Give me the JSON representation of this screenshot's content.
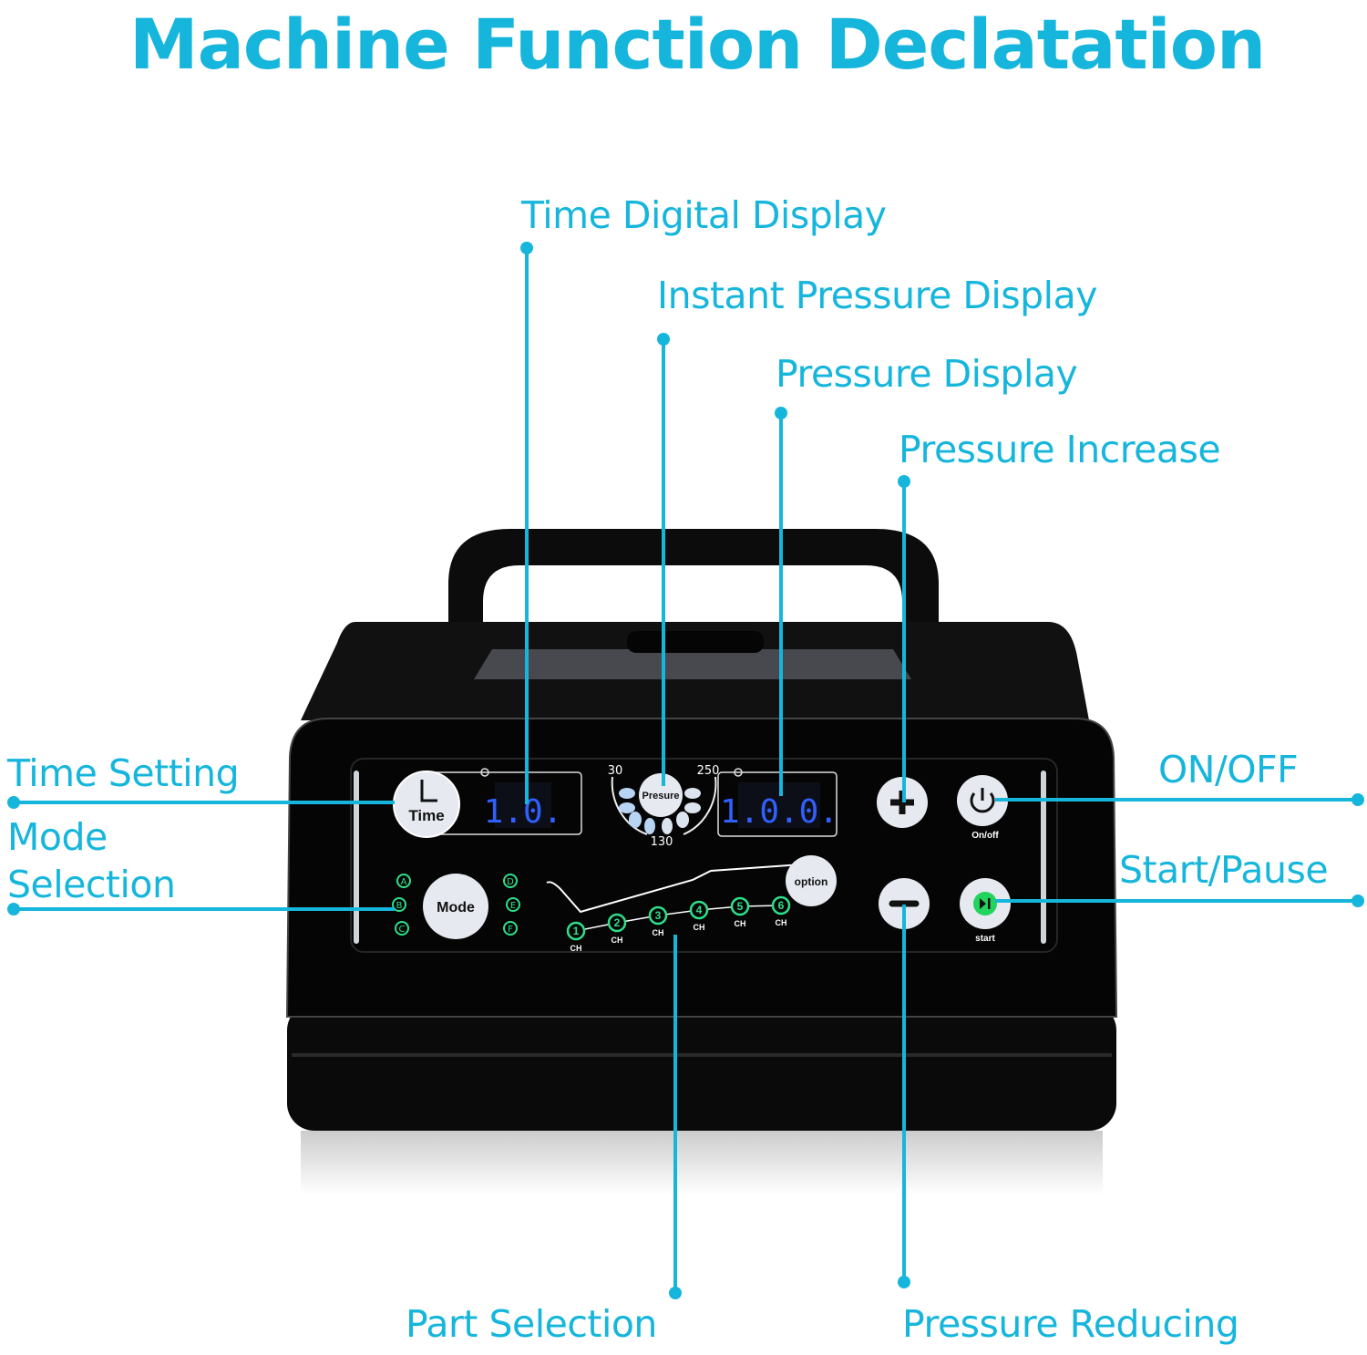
{
  "title": "Machine Function Declatation",
  "accent_color": "#16b6dc",
  "callouts": {
    "time_digital_display": "Time Digital Display",
    "instant_pressure_display": "Instant Pressure Display",
    "pressure_display": "Pressure Display",
    "pressure_increase": "Pressure Increase",
    "time_setting": "Time Setting",
    "mode_selection_line1": "Mode",
    "mode_selection_line2": "Selection",
    "on_off": "ON/OFF",
    "start_pause": "Start/Pause",
    "part_selection": "Part Selection",
    "pressure_reducing": "Pressure Reducing"
  },
  "panel": {
    "time_button": "Time",
    "time_display": "1.0.",
    "pressure_button": "Presure",
    "gauge_min": "30",
    "gauge_mid": "130",
    "gauge_max": "250",
    "pressure_display": "1.0.0.",
    "mode_button": "Mode",
    "modes_left": [
      "A",
      "B",
      "C"
    ],
    "modes_right": [
      "D",
      "E",
      "F"
    ],
    "channels": [
      "1",
      "2",
      "3",
      "4",
      "5",
      "6"
    ],
    "channel_label": "CH",
    "option_button": "option",
    "onoff_label": "On/off",
    "start_label": "start"
  }
}
